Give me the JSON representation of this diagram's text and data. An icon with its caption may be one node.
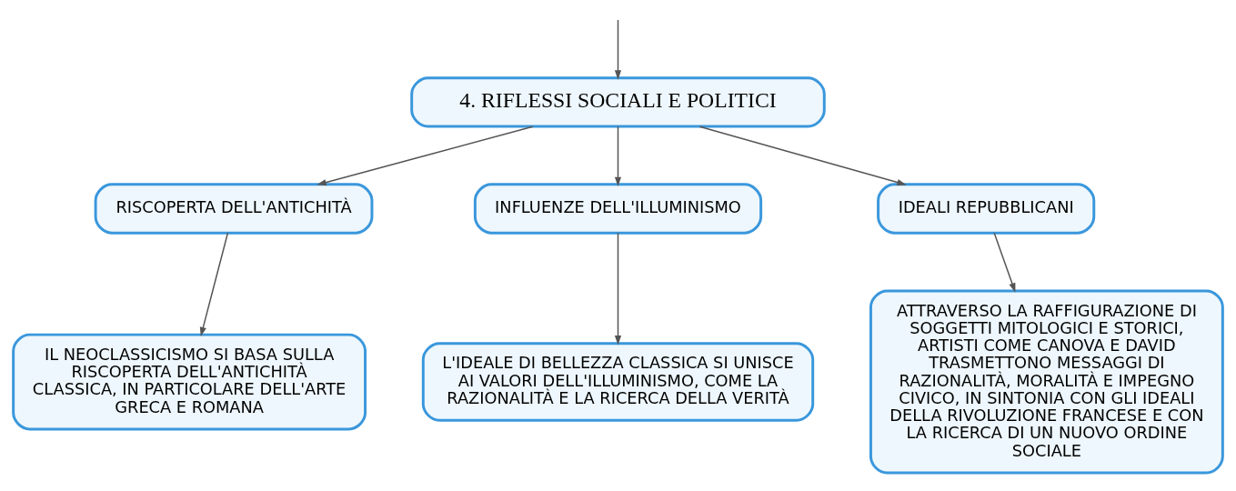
{
  "diagram": {
    "nodes": [
      {
        "text": [
          "4. RIFLESSI SOCIALI E POLITICI"
        ]
      },
      {
        "text": [
          "RISCOPERTA DELL'ANTICHITÀ"
        ]
      },
      {
        "text": [
          "INFLUENZE DELL'ILLUMINISMO"
        ]
      },
      {
        "text": [
          "IDEALI REPUBBLICANI"
        ]
      },
      {
        "text": [
          "IL NEOCLASSICISMO SI BASA SULLA RISCOPERTA DELL'ANTICHITÀ CLASSICA, IN PARTICOLARE DELL'ARTE GRECA E ROMANA"
        ]
      },
      {
        "text": [
          "L'IDEALE DI BELLEZZA CLASSICA SI UNISCE AI VALORI DELL'ILLUMINISMO, COME LA RAZIONALITÀ E LA RICERCA DELLA VERITÀ"
        ]
      },
      {
        "text": [
          "ATTRAVERSO LA RAFFIGURAZIONE DI SOGGETTI MITOLOGICI E STORICI, ARTISTI COME CANOVA E DAVID TRASMETTONO MESSAGGI DI RAZIONALITÀ, MORALITÀ E IMPEGNO CIVICO, IN SINTONIA CON GLI IDEALI DELLA RIVOLUZIONE FRANCESE E CON LA RICERCA DI UN NUOVO ORDINE SOCIALE"
        ]
      }
    ],
    "edges": [
      {
        "from": null,
        "to": 0,
        "arrow": "to"
      },
      {
        "from": 0,
        "to": 1,
        "arrow": "to"
      },
      {
        "from": 0,
        "to": 2,
        "arrow": "to"
      },
      {
        "from": 0,
        "to": 3,
        "arrow": "to"
      },
      {
        "from": 1,
        "to": 4,
        "arrow": "to"
      },
      {
        "from": 2,
        "to": 5,
        "arrow": "to"
      },
      {
        "from": 3,
        "to": 6,
        "arrow": "to"
      }
    ]
  }
}
